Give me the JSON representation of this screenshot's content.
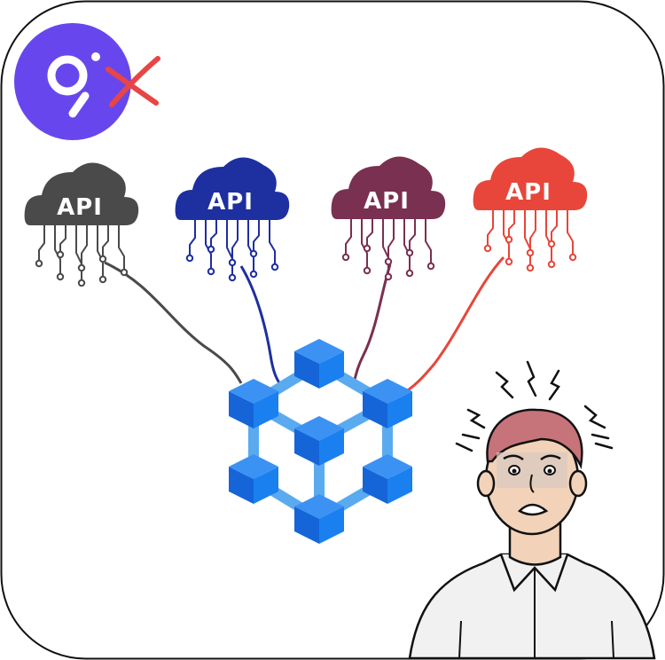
{
  "clouds": [
    {
      "label": "API",
      "color": "#4a4a4a"
    },
    {
      "label": "API",
      "color": "#1e2fa0"
    },
    {
      "label": "API",
      "color": "#7a3050"
    },
    {
      "label": "API",
      "color": "#e8463a"
    }
  ],
  "colors": {
    "logo_purple": "#6747ed",
    "cross_red": "#e84545",
    "cube_blue": "#1a73e8",
    "cube_top": "#3b92f3",
    "link_blue": "#5aaaf0",
    "skin": "#f2d2b8",
    "hair": "#c7737a",
    "shirt": "#f1f1f1"
  },
  "icons": [
    "graph-logo-icon",
    "cross-icon",
    "cloud-icon",
    "cube-network-icon",
    "stressed-person-illustration"
  ]
}
